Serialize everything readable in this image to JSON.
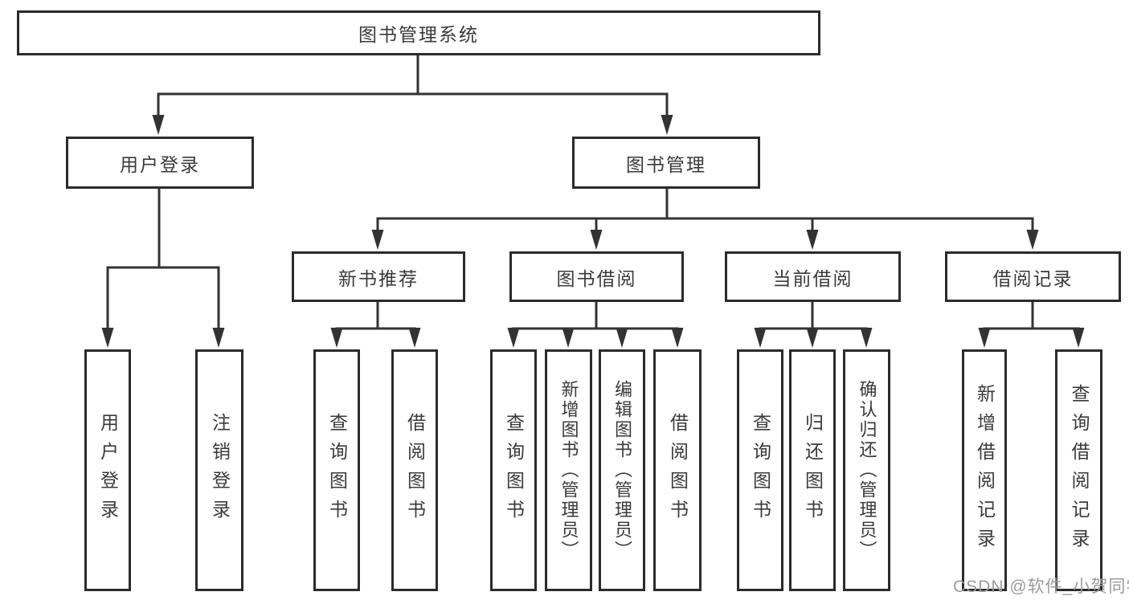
{
  "tree": {
    "root": "图书管理系统",
    "user_branch": {
      "label": "用户登录",
      "children": [
        "用户登录",
        "注销登录"
      ]
    },
    "book_branch": {
      "label": "图书管理",
      "groups": [
        {
          "label": "新书推荐",
          "children": [
            "查询图书",
            "借阅图书"
          ]
        },
        {
          "label": "图书借阅",
          "children": [
            "查询图书",
            "新增图书（管理员）",
            "编辑图书（管理员）",
            "借阅图书"
          ]
        },
        {
          "label": "当前借阅",
          "children": [
            "查询图书",
            "归还图书",
            "确认归还（管理员）"
          ]
        },
        {
          "label": "借阅记录",
          "children": [
            "新增借阅记录",
            "查询借阅记录"
          ]
        }
      ]
    }
  },
  "watermark": {
    "text": "CSDN @软件_小贺同学",
    "color": "#9b9b9b"
  },
  "colors": {
    "line": "#333333",
    "box_border": "#2b2b2b",
    "text": "#3a3a3a",
    "background": "#ffffff"
  }
}
